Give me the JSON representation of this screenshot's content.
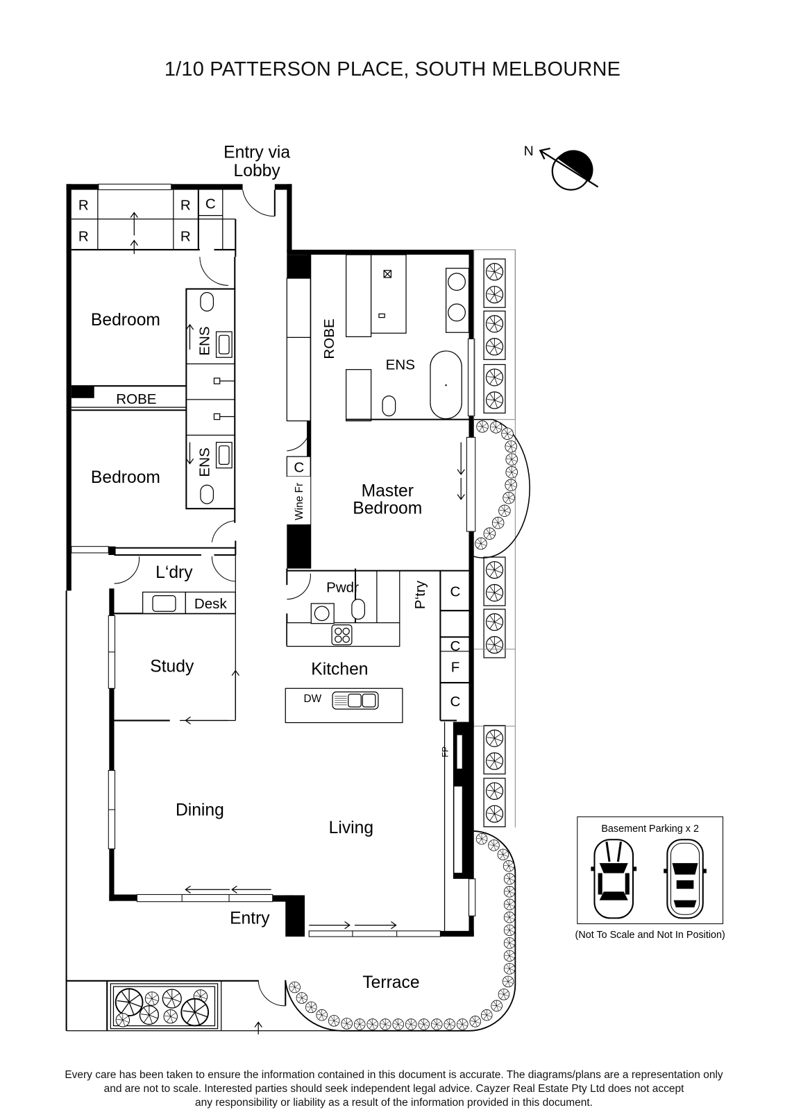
{
  "header": {
    "title": "1/10 PATTERSON PLACE, SOUTH MELBOURNE"
  },
  "compass": {
    "label": "N",
    "icon": "north-arrow-icon"
  },
  "rooms": {
    "entry_lobby_line1": "Entry via",
    "entry_lobby_line2": "Lobby",
    "robe_small_1": "R",
    "robe_small_2": "R",
    "robe_small_3": "R",
    "robe_small_4": "R",
    "cupboard_top": "C",
    "bedroom_1": "Bedroom",
    "ens_1": "ENS",
    "robe_shared": "ROBE",
    "bedroom_2": "Bedroom",
    "ens_2": "ENS",
    "master_robe": "ROBE",
    "master_ens": "ENS",
    "master_bedroom_line1": "Master",
    "master_bedroom_line2": "Bedroom",
    "cupboard_wine": "C",
    "wine_fridge": "Wine Fr",
    "laundry": "L‘dry",
    "desk": "Desk",
    "study": "Study",
    "powder": "Pwdr",
    "pantry": "P‘try",
    "cupboard_1": "C",
    "cupboard_2": "C",
    "fridge": "F",
    "cupboard_3": "C",
    "kitchen": "Kitchen",
    "dishwasher": "DW",
    "fireplace": "FP",
    "dining": "Dining",
    "living": "Living",
    "entry": "Entry",
    "terrace": "Terrace"
  },
  "parking": {
    "title": "Basement Parking x 2",
    "note": "(Not To Scale and Not In Position)",
    "car_count": 2
  },
  "footer": {
    "disclaimer_line1": "Every care has been taken to ensure the information contained in this document is accurate. The diagrams/plans are a representation only",
    "disclaimer_line2": "and are not to scale. Interested parties should seek independent legal advice. Cayzer Real Estate Pty Ltd does not accept",
    "disclaimer_line3": "any responsibility or liability as a result of the information provided in this document."
  }
}
